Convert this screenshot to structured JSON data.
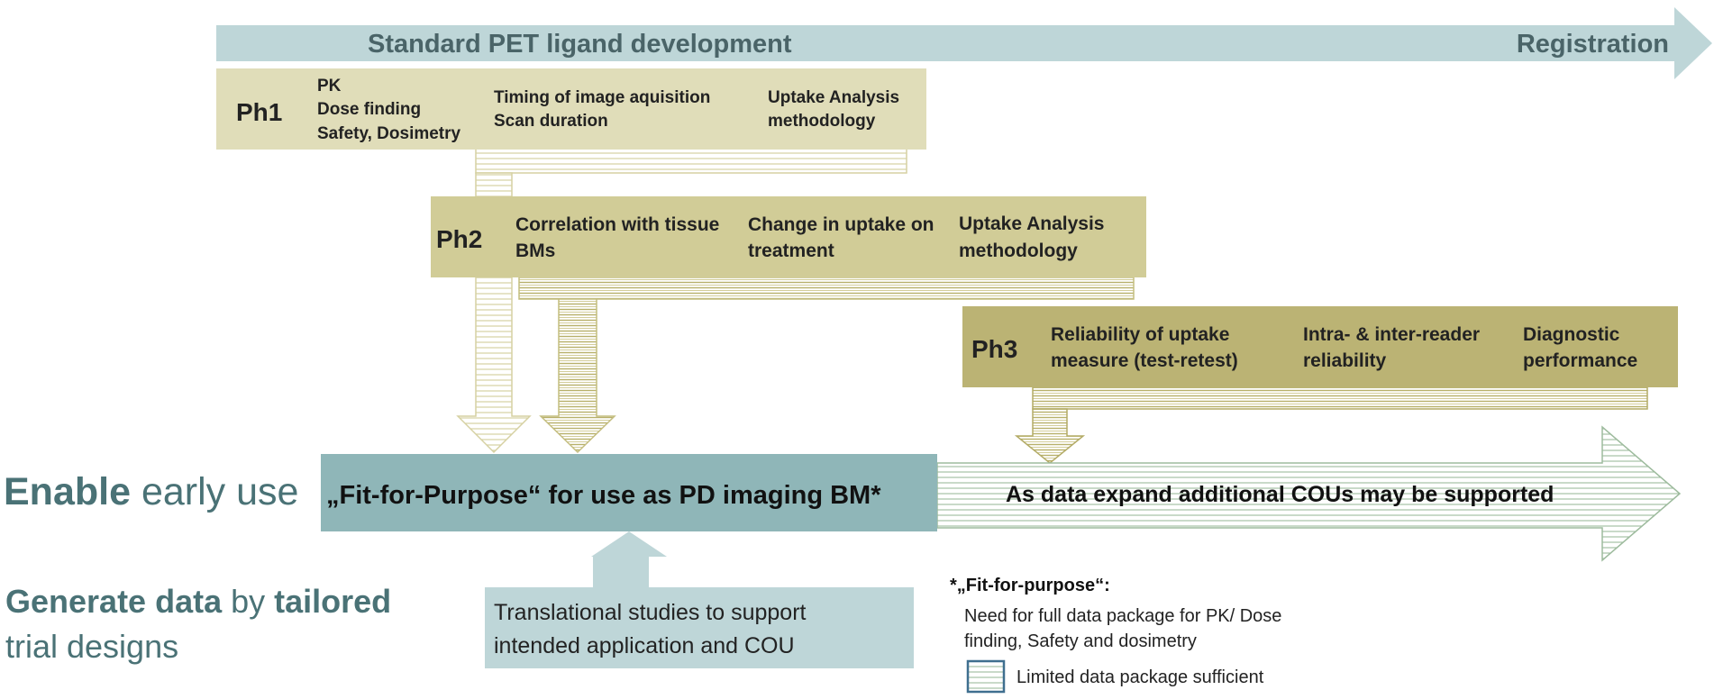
{
  "top_arrow": {
    "title": "Standard PET ligand development",
    "end_label": "Registration"
  },
  "ph1": {
    "label": "Ph1",
    "col1": [
      "PK",
      "Dose finding",
      "Safety, Dosimetry"
    ],
    "col2": [
      "Timing of image aquisition",
      "Scan duration"
    ],
    "col3": [
      "Uptake Analysis",
      "methodology"
    ]
  },
  "ph2": {
    "label": "Ph2",
    "col1": [
      "Correlation with tissue",
      "BMs"
    ],
    "col2": [
      "Change in uptake on",
      "treatment"
    ],
    "col3": [
      "Uptake Analysis",
      "methodology"
    ]
  },
  "ph3": {
    "label": "Ph3",
    "col1": [
      "Reliability of uptake",
      "measure (test-retest)"
    ],
    "col2": [
      "Intra- & inter-reader",
      "reliability"
    ],
    "col3": [
      "Diagnostic",
      "performance"
    ]
  },
  "left_labels": {
    "enable_bold": "Enable",
    "enable_rest": " early use",
    "generate_bold1": "Generate data",
    "generate_mid": " by ",
    "generate_bold2": "tailored",
    "generate_line2": "trial designs"
  },
  "fit_box": {
    "text": "„Fit-for-Purpose“ for use as PD imaging BM*"
  },
  "expand_arrow": {
    "text": "As data expand additional COUs may be supported"
  },
  "translational_box": {
    "line1": "Translational studies to support",
    "line2": "intended application and COU"
  },
  "footnote": {
    "title": "*„Fit-for-purpose“:",
    "line1": "Need for full data package for PK/ Dose",
    "line2": "finding, Safety and dosimetry",
    "legend": "Limited data package sufficient"
  },
  "colors": {
    "top_arrow": "#bed6d8",
    "ph1_fill": "#e0ddb9",
    "ph2_fill": "#d1cc97",
    "ph3_fill": "#bbb374",
    "stripe_olive": "#b8b06a",
    "stripe_green": "#9dbb9d",
    "fit_box": "#8fb6b8",
    "translational": "#bed6d8",
    "teal_text": "#4a7276",
    "text_dark": "#222222"
  }
}
